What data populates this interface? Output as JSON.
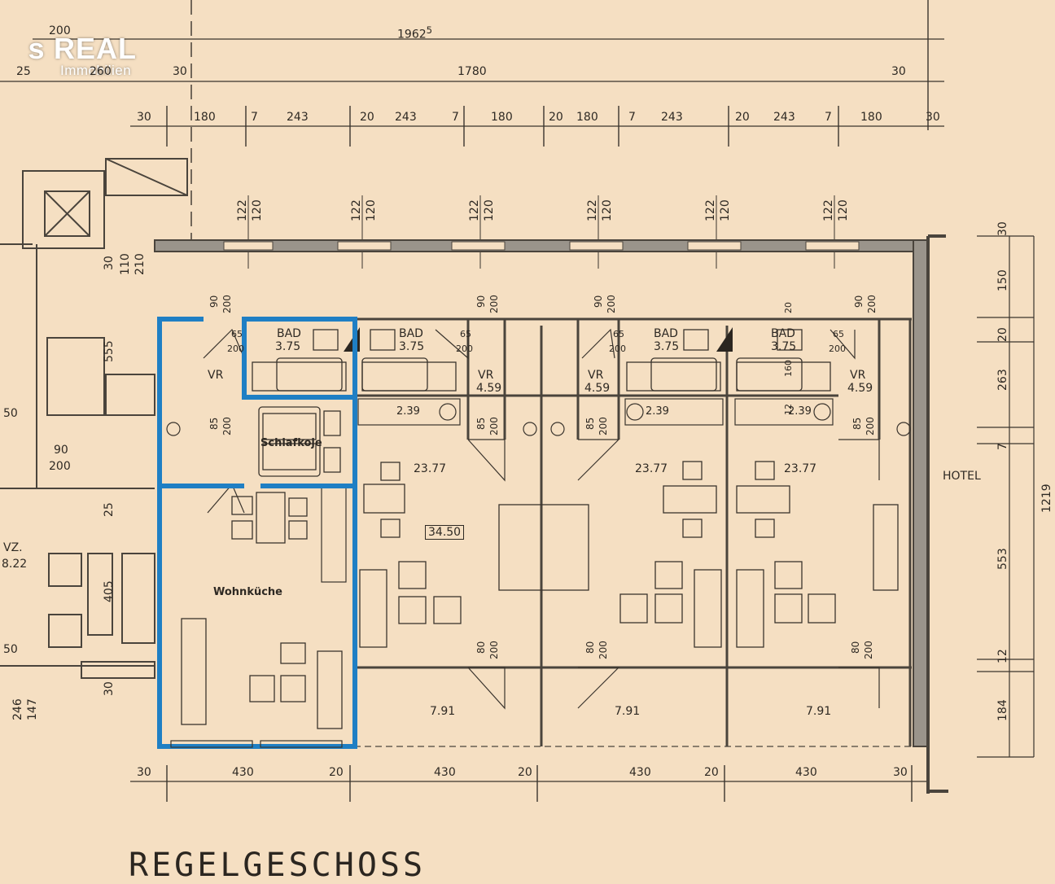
{
  "logo": {
    "brand": "REAL",
    "symbol": "s",
    "sub": "Immobilien"
  },
  "title": "REGELGESCHOSS",
  "rooms": {
    "bad": "BAD",
    "bad_area": "3.75",
    "vr": "VR",
    "vr_area": "4.59",
    "schlafkoje": "Schlafkoje",
    "wohnkueche": "Wohnküche",
    "hotel": "HOTEL",
    "kitchen_area": "2.39",
    "living_area": "23.77",
    "balcony_area": "7.91",
    "unit_area": "34.50",
    "vz": "VZ.",
    "vz_area": "8.22",
    "left_area": "50"
  },
  "dims_top": {
    "overall": "1962",
    "overall_sup": "5",
    "inner": "1780",
    "left_a": "200",
    "left_b": "25",
    "left_c": "260",
    "left_d": "30",
    "right_d": "30",
    "row3": [
      "30",
      "180",
      "7",
      "243",
      "20",
      "243",
      "7",
      "180",
      "20",
      "180",
      "7",
      "243",
      "20",
      "243",
      "7",
      "180",
      "30"
    ]
  },
  "dims_bottom": [
    "30",
    "430",
    "20",
    "430",
    "20",
    "430",
    "20",
    "430",
    "30"
  ],
  "dims_right": [
    "30",
    "150",
    "20",
    "263",
    "7",
    "553",
    "12",
    "184",
    "1219"
  ],
  "windows": [
    "122",
    "120"
  ],
  "doors": {
    "a": [
      "90",
      "200"
    ],
    "b": [
      "65",
      "200"
    ],
    "c": [
      "85",
      "200"
    ],
    "d": [
      "80",
      "200"
    ],
    "e": [
      "20"
    ],
    "f": [
      "160"
    ],
    "g": [
      "12"
    ]
  },
  "left_dims": [
    "30",
    "110",
    "210",
    "555",
    "90",
    "200",
    "25",
    "405",
    "50",
    "30",
    "246",
    "147"
  ],
  "colors": {
    "paper": "#f5dfc2",
    "ink": "#3a342d",
    "wall": "#4a443c",
    "wall_fill": "#9a948b",
    "highlight": "#1f7fc4"
  }
}
